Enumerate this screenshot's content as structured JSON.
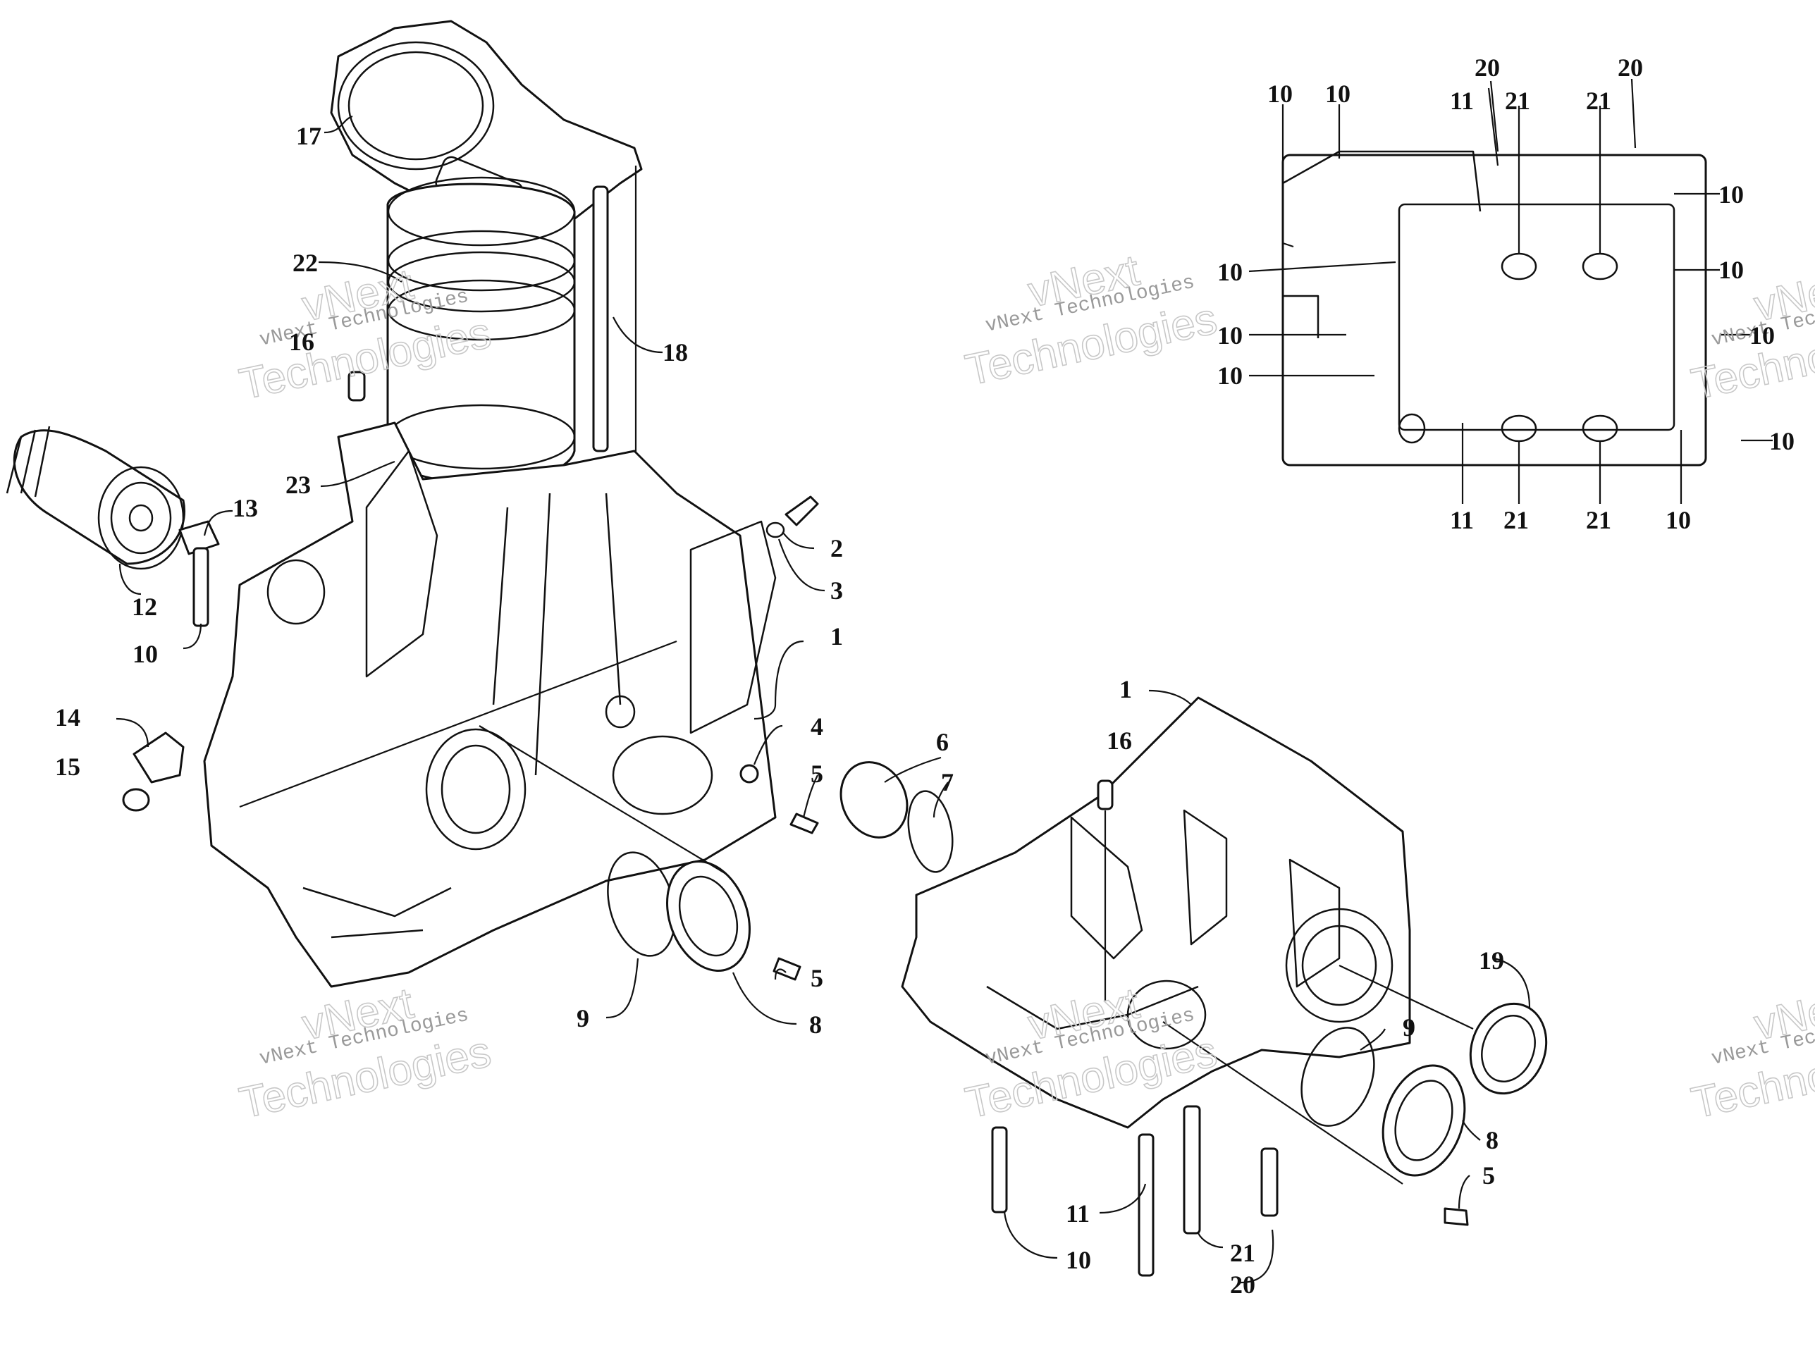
{
  "watermark": {
    "line1": "vNext Technologies",
    "line2": "vNext",
    "line3": "Technologies"
  },
  "callouts": {
    "c17": "17",
    "c22": "22",
    "c16a": "16",
    "c18": "18",
    "c23": "23",
    "c13": "13",
    "c12": "12",
    "c10a": "10",
    "c2": "2",
    "c3": "3",
    "c1a": "1",
    "c14": "14",
    "c15": "15",
    "c4": "4",
    "c6": "6",
    "c5a": "5",
    "c7": "7",
    "c5b": "5",
    "c9a": "9",
    "c8a": "8",
    "c1b": "1",
    "c16b": "16",
    "c19": "19",
    "c9b": "9",
    "c8b": "8",
    "c5c": "5",
    "c11a": "11",
    "c10b": "10",
    "c21a": "21",
    "c20a": "20",
    "t10a": "10",
    "t10b": "10",
    "t20a": "20",
    "t11a": "11",
    "t21a": "21",
    "t20b": "20",
    "t21b": "21",
    "t10c": "10",
    "t10d": "10",
    "t10e": "10",
    "t10f": "10",
    "t10g": "10",
    "t10h": "10",
    "t10i": "10",
    "t11b": "11",
    "t21c": "21",
    "t21d": "21",
    "t10j": "10"
  }
}
